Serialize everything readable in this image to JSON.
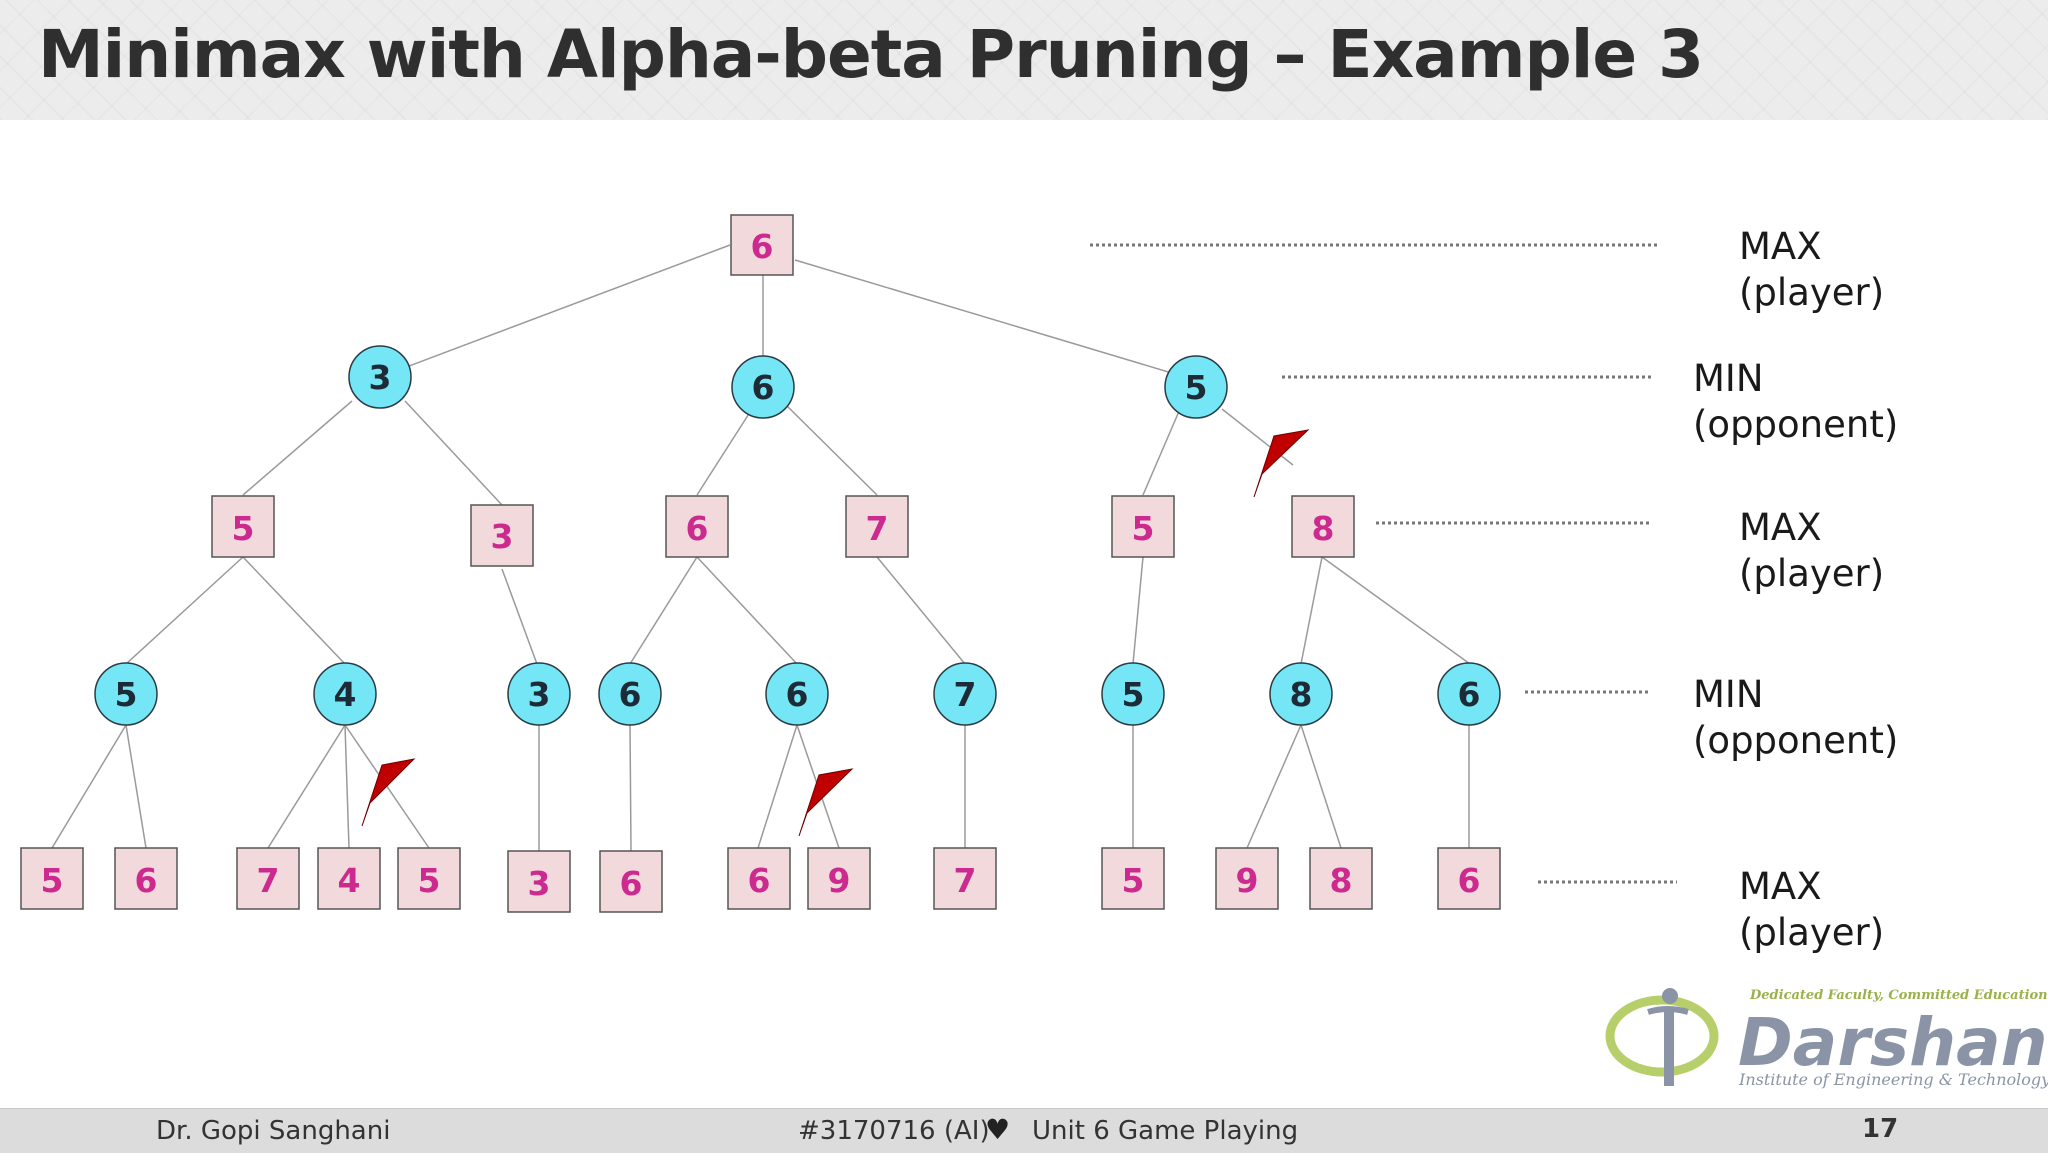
{
  "title": "Minimax with Alpha-beta Pruning – Example 3",
  "tree": {
    "root": {
      "value": "6"
    },
    "level1": [
      {
        "value": "3"
      },
      {
        "value": "6"
      },
      {
        "value": "5"
      }
    ],
    "level2": [
      {
        "value": "5"
      },
      {
        "value": "3"
      },
      {
        "value": "6"
      },
      {
        "value": "7"
      },
      {
        "value": "5"
      },
      {
        "value": "8"
      }
    ],
    "level3": [
      {
        "value": "5"
      },
      {
        "value": "4"
      },
      {
        "value": "3"
      },
      {
        "value": "6"
      },
      {
        "value": "6"
      },
      {
        "value": "7"
      },
      {
        "value": "5"
      },
      {
        "value": "8"
      },
      {
        "value": "6"
      }
    ],
    "leaves": [
      {
        "value": "5"
      },
      {
        "value": "6"
      },
      {
        "value": "7"
      },
      {
        "value": "4"
      },
      {
        "value": "5"
      },
      {
        "value": "3"
      },
      {
        "value": "6"
      },
      {
        "value": "6"
      },
      {
        "value": "9"
      },
      {
        "value": "7"
      },
      {
        "value": "5"
      },
      {
        "value": "9"
      },
      {
        "value": "8"
      },
      {
        "value": "6"
      }
    ]
  },
  "level_labels": [
    {
      "line1": "MAX",
      "line2": "(player)"
    },
    {
      "line1": "MIN",
      "line2": "(opponent)"
    },
    {
      "line1": "MAX",
      "line2": "(player)"
    },
    {
      "line1": "MIN",
      "line2": "(opponent)"
    },
    {
      "line1": "MAX",
      "line2": "(player)"
    }
  ],
  "logo": {
    "tagline": "Dedicated Faculty, Committed Education",
    "name": "Darshan",
    "subtitle": "Institute of Engineering & Technology"
  },
  "footer": {
    "author": "Dr. Gopi Sanghani",
    "course": "#3170716 (AI)",
    "unit": "Unit 6 Game Playing",
    "page": "17"
  },
  "colors": {
    "max_fill": "#f2d9dc",
    "min_fill": "#74e6f6",
    "max_text": "#cc2a8f",
    "min_text": "#1c2b36",
    "prune_mark": "#c00000"
  },
  "icons": [
    "heart-icon",
    "prune-mark-icon",
    "darshan-logo"
  ]
}
